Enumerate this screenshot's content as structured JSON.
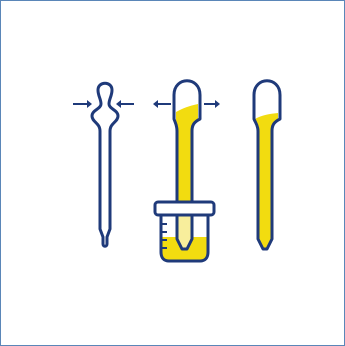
{
  "diagram": {
    "steps": [
      {
        "name": "squeeze-bulb",
        "arrows": "inward"
      },
      {
        "name": "release-bulb-in-liquid",
        "arrows": "outward"
      },
      {
        "name": "filled-pipette",
        "arrows": "none"
      }
    ]
  },
  "colors": {
    "outline": "#1f3a7a",
    "liquid": "#f2dc10",
    "liquid_light": "#f8ee9c",
    "frame_border": "#5a86b8",
    "background": "#ffffff"
  },
  "icons": [
    "pipette-icon",
    "beaker-icon",
    "arrow-left-icon",
    "arrow-right-icon"
  ]
}
